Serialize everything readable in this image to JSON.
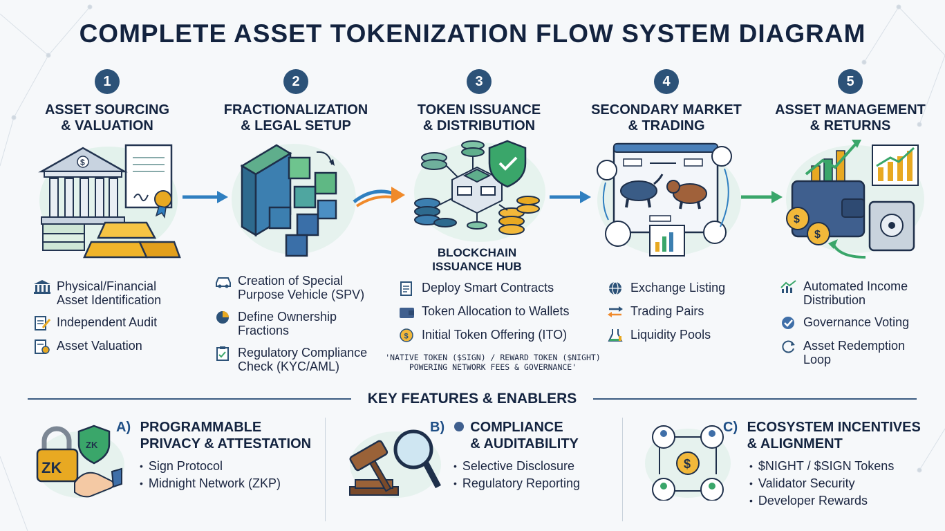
{
  "title": "COMPLETE ASSET TOKENIZATION FLOW SYSTEM DIAGRAM",
  "steps": [
    {
      "number": "1",
      "title": "ASSET SOURCING\n& VALUATION",
      "items": [
        {
          "icon": "bank-icon",
          "label": "Physical/Financial\nAsset Identification"
        },
        {
          "icon": "audit-pen-icon",
          "label": "Independent Audit"
        },
        {
          "icon": "valuation-document-icon",
          "label": "Asset Valuation"
        }
      ]
    },
    {
      "number": "2",
      "title": "FRACTIONALIZATION\n& LEGAL SETUP",
      "items": [
        {
          "icon": "vehicle-icon",
          "label": "Creation of Special\nPurpose Vehicle (SPV)"
        },
        {
          "icon": "pie-chart-icon",
          "label": "Define Ownership\nFractions"
        },
        {
          "icon": "clipboard-check-icon",
          "label": "Regulatory Compliance\nCheck (KYC/AML)"
        }
      ]
    },
    {
      "number": "3",
      "title": "TOKEN ISSUANCE\n& DISTRIBUTION",
      "hub_label": "BLOCKCHAIN\nISSUANCE HUB",
      "items": [
        {
          "icon": "contract-document-icon",
          "label": "Deploy Smart Contracts"
        },
        {
          "icon": "wallet-icon",
          "label": "Token Allocation to Wallets"
        },
        {
          "icon": "coin-icon",
          "label": "Initial Token Offering (ITO)"
        }
      ],
      "note": "'NATIVE TOKEN ($SIGN) / REWARD TOKEN ($NIGHT)\nPOWERING NETWORK FEES & GOVERNANCE'"
    },
    {
      "number": "4",
      "title": "SECONDARY MARKET\n& TRADING",
      "items": [
        {
          "icon": "globe-icon",
          "label": "Exchange Listing"
        },
        {
          "icon": "swap-arrows-icon",
          "label": "Trading Pairs"
        },
        {
          "icon": "flask-icon",
          "label": "Liquidity Pools"
        }
      ]
    },
    {
      "number": "5",
      "title": "ASSET MANAGEMENT\n& RETURNS",
      "items": [
        {
          "icon": "growth-chart-icon",
          "label": "Automated Income\nDistribution"
        },
        {
          "icon": "check-circle-icon",
          "label": "Governance Voting"
        },
        {
          "icon": "refresh-icon",
          "label": "Asset Redemption\nLoop"
        }
      ]
    }
  ],
  "features": {
    "heading": "KEY FEATURES & ENABLERS",
    "groups": [
      {
        "letter": "A)",
        "title": "PROGRAMMABLE\nPRIVACY & ATTESTATION",
        "badge_text": "ZK",
        "bullets": [
          "Sign Protocol",
          "Midnight Network (ZKP)"
        ]
      },
      {
        "letter": "B)",
        "title": "COMPLIANCE\n& AUDITABILITY",
        "bullets": [
          "Selective Disclosure",
          "Regulatory Reporting"
        ]
      },
      {
        "letter": "C)",
        "title": "ECOSYSTEM INCENTIVES\n& ALIGNMENT",
        "bullets": [
          "$NIGHT / $SIGN Tokens",
          "Validator Security",
          "Developer Rewards"
        ]
      }
    ]
  },
  "colors": {
    "navy": "#13233f",
    "badge": "#2c5278",
    "accent_blue": "#2f7fc0",
    "accent_green": "#3aa66a",
    "gold": "#e8a922",
    "orange": "#f08a2b"
  }
}
